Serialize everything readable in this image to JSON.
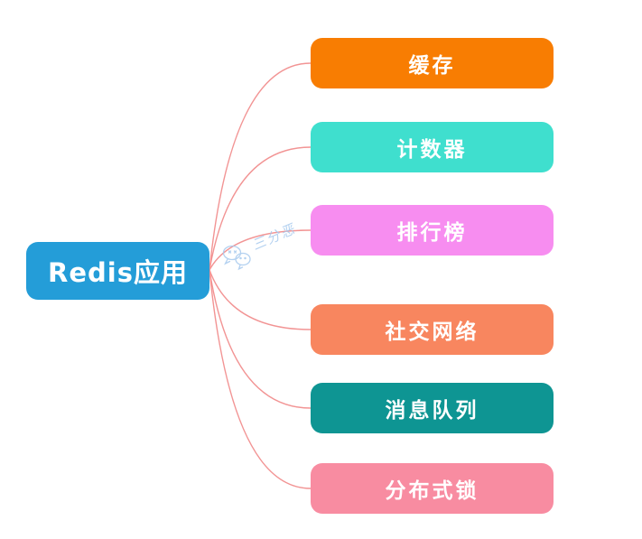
{
  "diagram": {
    "type": "mindmap",
    "background": "#FFFFFF",
    "root": {
      "label": "Redis应用",
      "color": "#249DD8",
      "text_color": "#FFFFFF"
    },
    "branches": [
      {
        "label": "缓存",
        "color": "#F87D02",
        "text_color": "#FFFFFF"
      },
      {
        "label": "计数器",
        "color": "#3FDFCE",
        "text_color": "#FFFFFF"
      },
      {
        "label": "排行榜",
        "color": "#F78DF0",
        "text_color": "#FFFFFF"
      },
      {
        "label": "社交网络",
        "color": "#F8865F",
        "text_color": "#FFFFFF"
      },
      {
        "label": "消息队列",
        "color": "#0E9593",
        "text_color": "#FFFFFF"
      },
      {
        "label": "分布式锁",
        "color": "#F88CA1",
        "text_color": "#FFFFFF"
      }
    ],
    "connector_color": "#F29494",
    "watermark": {
      "text": "三分恶",
      "color": "#A6C9EE",
      "icon": "wechat-bubbles-icon"
    }
  }
}
